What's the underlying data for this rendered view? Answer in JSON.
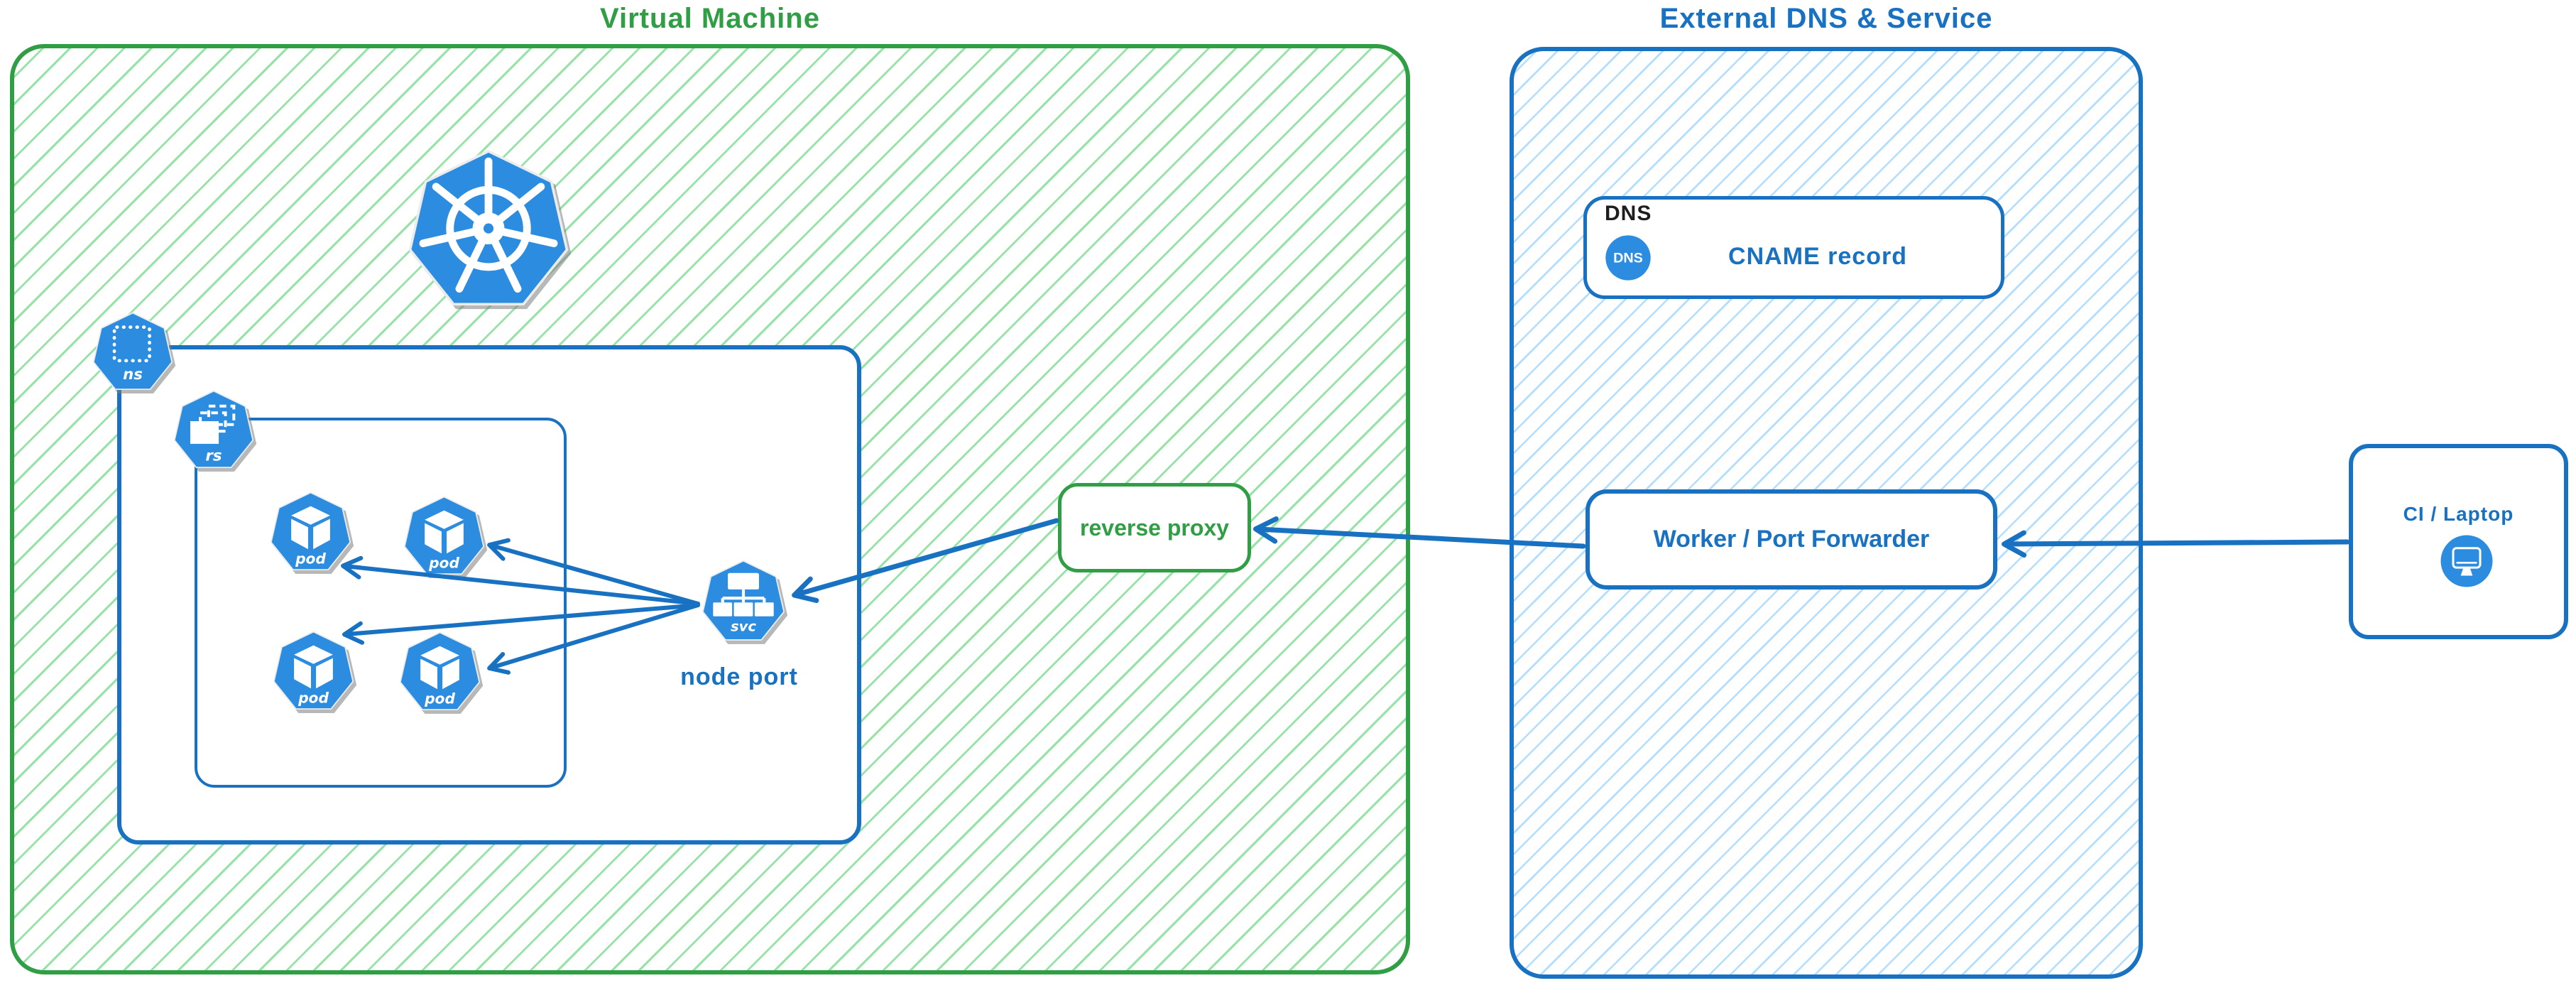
{
  "colors": {
    "green": "#2f9e44",
    "green_hatch": "#b2f2bb",
    "blue": "#1971c2",
    "blue_hatch": "#a5d8ff",
    "icon_blue": "#2b8ce0",
    "black": "#1e1e1e"
  },
  "icons": {
    "kubernetes": "kubernetes-wheel-icon",
    "namespace": "ns-heptagon-icon",
    "replicaset": "rs-heptagon-icon",
    "pod": "pod-cube-heptagon-icon",
    "service": "svc-tree-heptagon-icon",
    "dns": "dns-circle-icon",
    "laptop": "monitor-circle-icon"
  },
  "vm": {
    "title": "Virtual Machine",
    "namespace_icon_label": "ns",
    "replicaset_icon_label": "rs",
    "pod_labels": [
      "pod",
      "pod",
      "pod",
      "pod"
    ],
    "service_icon_label": "svc",
    "node_port_label": "node port",
    "reverse_proxy_label": "reverse proxy"
  },
  "external": {
    "title": "External DNS & Service",
    "dns_tag": "DNS",
    "dns_icon_label": "DNS",
    "cname_label": "CNAME record",
    "worker_label": "Worker / Port Forwarder"
  },
  "ci": {
    "label": "CI / Laptop"
  }
}
